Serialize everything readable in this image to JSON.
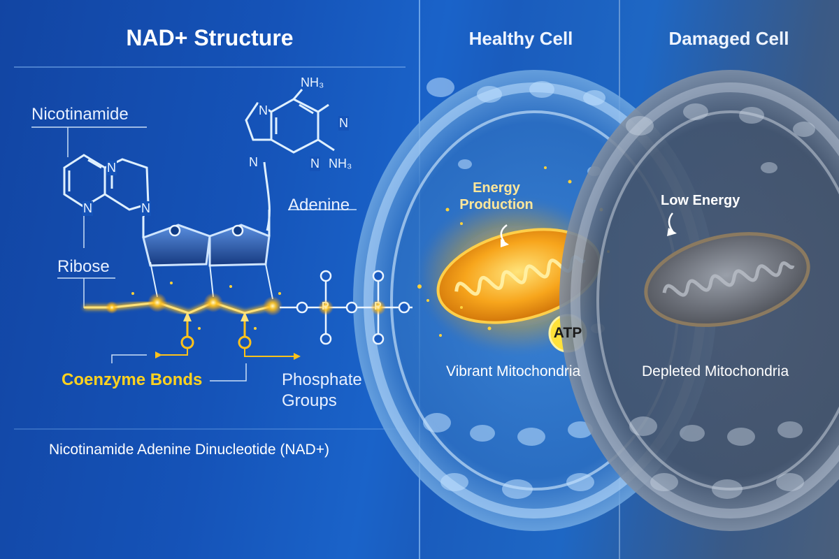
{
  "titles": {
    "main": "NAD+ Structure",
    "healthy": "Healthy Cell",
    "damaged": "Damaged Cell"
  },
  "molecule_labels": {
    "nicotinamide": "Nicotinamide",
    "adenine": "Adenine",
    "ribose": "Ribose",
    "coenzyme_bonds": "Coenzyme Bonds",
    "phosphate_line1": "Phosphate",
    "phosphate_line2": "Groups",
    "atom_n": "N",
    "atom_p": "P",
    "amine": "NH₃"
  },
  "footer": "Nicotinamide Adenine Dinucleotide (NAD+)",
  "healthy_cell": {
    "energy_line1": "Energy",
    "energy_line2": "Production",
    "atp": "ATP",
    "caption": "Vibrant Mitochondria"
  },
  "damaged_cell": {
    "energy": "Low Energy",
    "caption": "Depleted Mitochondria"
  },
  "colors": {
    "background": "#1553b8",
    "glow": "#ffc21a",
    "yellow_label": "#ffd21f",
    "healthy_mito": "#f7a51c",
    "damaged_mito": "#6b6f78"
  }
}
